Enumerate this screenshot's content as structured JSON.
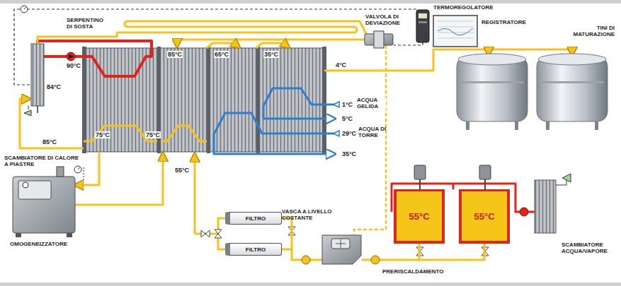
{
  "diagram": {
    "nodes": [
      {
        "text": [
          "FILTRO"
        ]
      },
      {
        "text": [
          "FILTRO"
        ]
      },
      {
        "text": [
          "55°C"
        ]
      },
      {
        "text": [
          "55°C"
        ]
      }
    ],
    "edges": [
      {
        "from": 0,
        "to": 1,
        "arrow": "none"
      },
      {
        "from": 2,
        "to": 3,
        "arrow": "none"
      }
    ],
    "labels": [
      "TERMOREGOLATORE",
      "REGISTRATORE",
      "SERPENTINO DI SOSTA",
      "VALVOLA DI DEVIAZIONE",
      "TINI DI MATURAZIONE",
      "84°C",
      "90°C",
      "85°C",
      "65°C",
      "35°C",
      "4°C",
      "1°C",
      "ACQUA GELIDA",
      "5°C",
      "29°C",
      "ACQUA DI TORRE",
      "35°C",
      "85°C",
      "SCAMBIATORE DI CALORE A PIASTRE",
      "75°C",
      "75°C",
      "55°C",
      "OMOGENEIZZATORE",
      "VASCA A LIVELLO COSTANTE",
      "PRERISCALDAMENTO",
      "SCAMBIATORE ACQUA/VAPORE"
    ]
  }
}
